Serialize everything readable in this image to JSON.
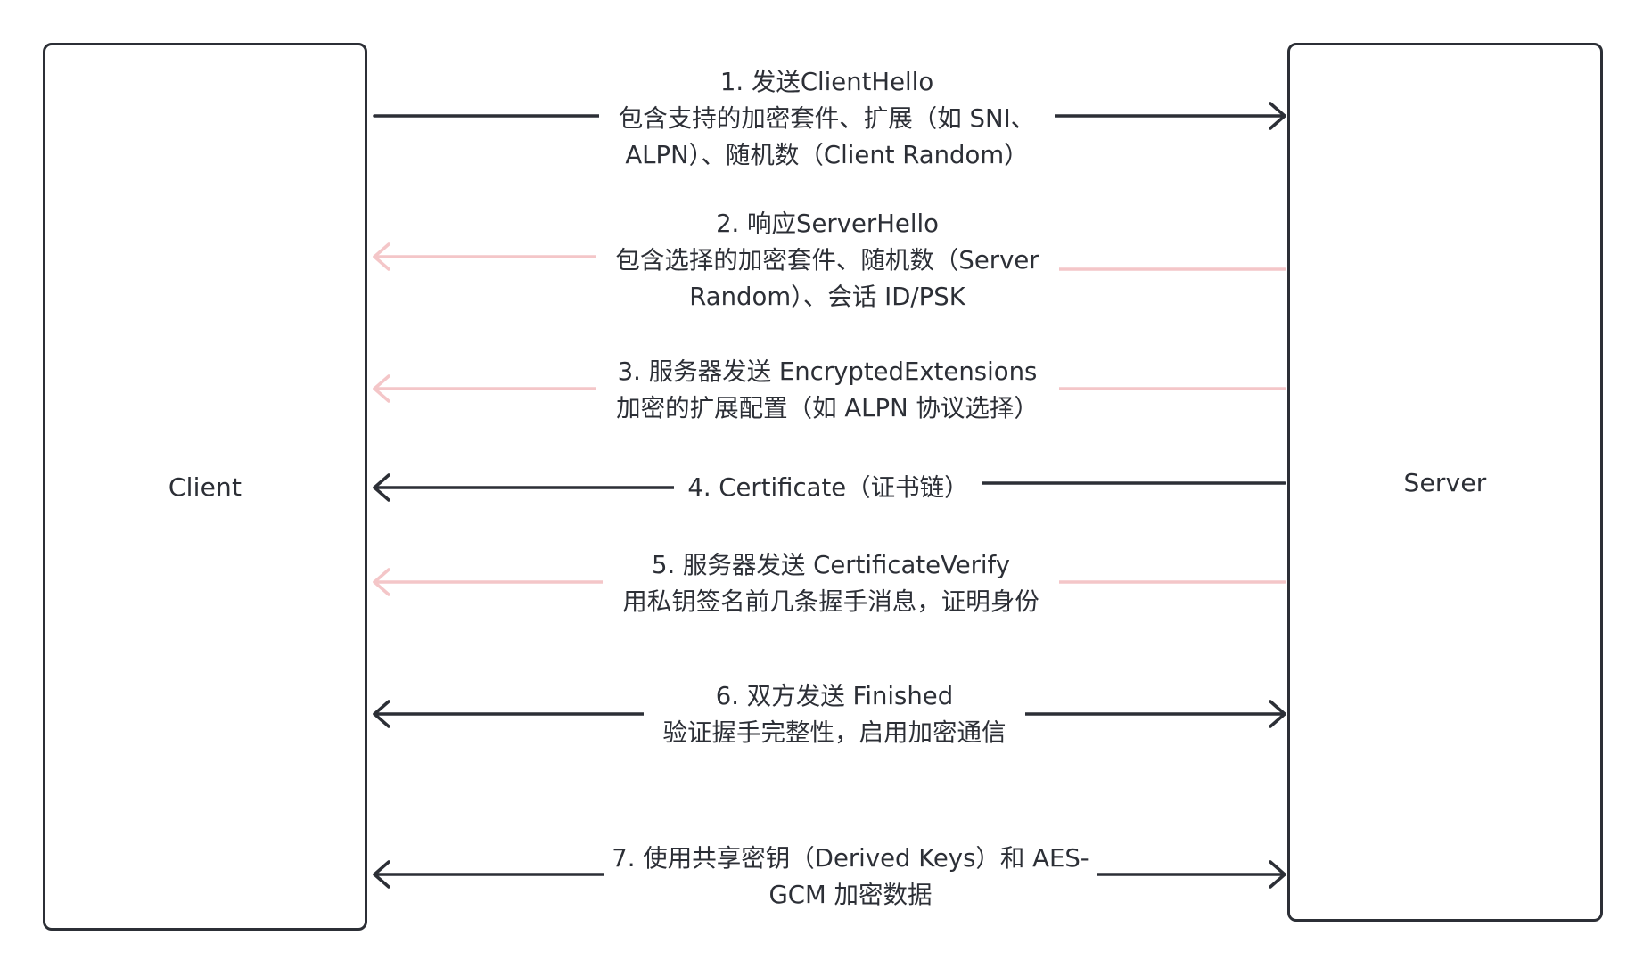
{
  "actors": {
    "client": "Client",
    "server": "Server"
  },
  "colors": {
    "solid": "#2c2f36",
    "faded": "#f4c6c8"
  },
  "messages": [
    {
      "lines": [
        "1. 发送ClientHello",
        "包含支持的加密套件、扩展（如 SNI、",
        "ALPN）、随机数（Client Random）"
      ],
      "direction": "client-to-server",
      "style": "solid"
    },
    {
      "lines": [
        "2. 响应ServerHello",
        "包含选择的加密套件、随机数（Server",
        "Random）、会话 ID/PSK"
      ],
      "direction": "server-to-client",
      "style": "faded"
    },
    {
      "lines": [
        "3. 服务器发送 EncryptedExtensions",
        "加密的扩展配置（如 ALPN 协议选择）"
      ],
      "direction": "server-to-client",
      "style": "faded"
    },
    {
      "lines": [
        "4. Certificate（证书链）"
      ],
      "direction": "server-to-client",
      "style": "solid"
    },
    {
      "lines": [
        "5. 服务器发送 CertificateVerify",
        "用私钥签名前几条握手消息，证明身份"
      ],
      "direction": "server-to-client",
      "style": "faded"
    },
    {
      "lines": [
        "6. 双方发送 Finished",
        "验证握手完整性，启用加密通信"
      ],
      "direction": "both",
      "style": "solid"
    },
    {
      "lines": [
        "7. 使用共享密钥（Derived Keys）和 AES-",
        "GCM 加密数据"
      ],
      "direction": "both",
      "style": "solid"
    }
  ]
}
